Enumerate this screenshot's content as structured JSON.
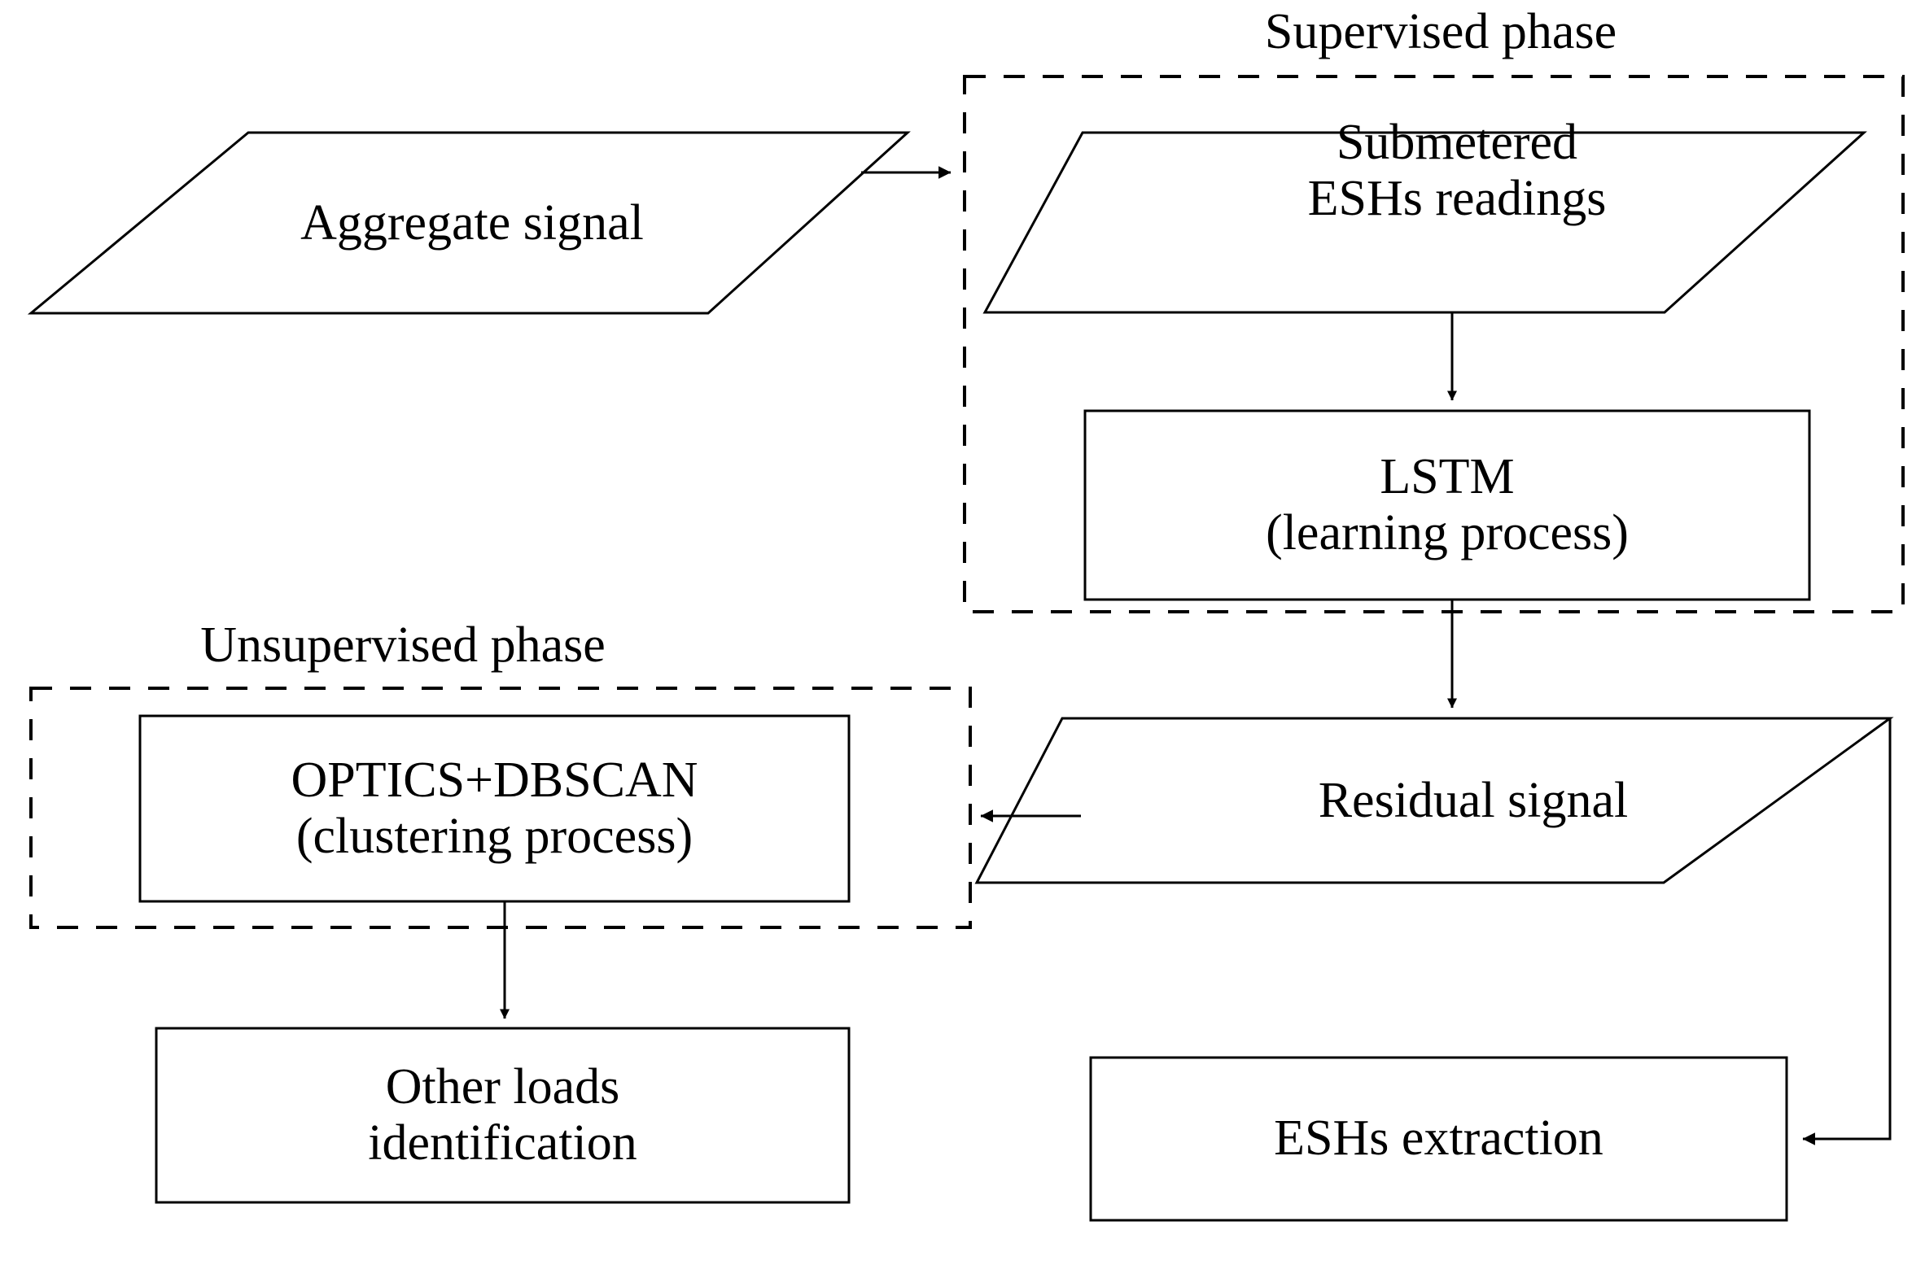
{
  "figure": {
    "type": "flowchart",
    "background_color": "#ffffff",
    "stroke_color": "#000000",
    "text_color": "#000000"
  },
  "phases": [
    {
      "id": "supervised",
      "caption": "Supervised phase",
      "border_style": "dashed",
      "caption_position": "above-top-center"
    },
    {
      "id": "unsupervised",
      "caption": "Unsupervised phase",
      "border_style": "dashed",
      "caption_position": "above-top-center"
    }
  ],
  "nodes": [
    {
      "id": "aggregate-signal",
      "label": "Aggregate signal",
      "shape": "parallelogram",
      "phase": null
    },
    {
      "id": "submetered-eshs-readings",
      "label": "Submetered\nESHs readings",
      "shape": "parallelogram",
      "phase": "supervised"
    },
    {
      "id": "lstm",
      "label": "LSTM\n(learning process)",
      "shape": "rectangle",
      "phase": "supervised"
    },
    {
      "id": "residual-signal",
      "label": "Residual signal",
      "shape": "parallelogram",
      "phase": null
    },
    {
      "id": "optics-dbscan",
      "label": "OPTICS+DBSCAN\n(clustering process)",
      "shape": "rectangle",
      "phase": "unsupervised"
    },
    {
      "id": "other-loads-identification",
      "label": "Other loads\nidentification",
      "shape": "rectangle",
      "phase": null
    },
    {
      "id": "eshs-extraction",
      "label": "ESHs extraction",
      "shape": "rectangle",
      "phase": null
    }
  ],
  "edges": [
    {
      "from": "aggregate-signal",
      "to": "supervised",
      "direction": "right",
      "arrowhead": "solid-triangle"
    },
    {
      "from": "submetered-eshs-readings",
      "to": "lstm",
      "direction": "down",
      "arrowhead": "solid-triangle"
    },
    {
      "from": "lstm",
      "to": "residual-signal",
      "direction": "down",
      "arrowhead": "solid-triangle"
    },
    {
      "from": "residual-signal",
      "to": "optics-dbscan",
      "direction": "left",
      "arrowhead": "solid-triangle"
    },
    {
      "from": "optics-dbscan",
      "to": "other-loads-identification",
      "direction": "down",
      "arrowhead": "solid-triangle"
    },
    {
      "from": "residual-signal",
      "to": "eshs-extraction",
      "direction": "down-then-left",
      "arrowhead": "solid-triangle"
    }
  ]
}
